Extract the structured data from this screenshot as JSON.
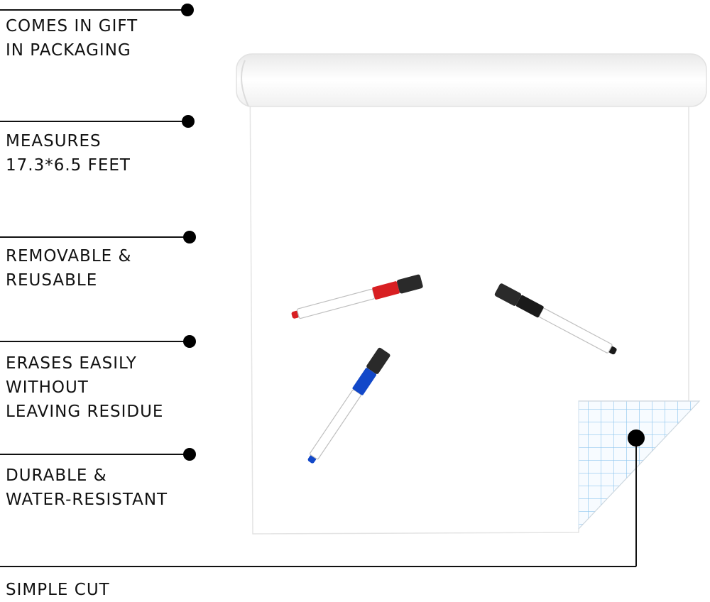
{
  "features": [
    {
      "label": "COMES IN GIFT\nIN PACKAGING"
    },
    {
      "label": "MEASURES\n17.3*6.5 FEET"
    },
    {
      "label": "REMOVABLE &\nREUSABLE"
    },
    {
      "label": "ERASES EASILY\nWITHOUT\nLEAVING RESIDUE"
    },
    {
      "label": "DURABLE &\nWATER-RESISTANT"
    },
    {
      "label": "SIMPLE CUT"
    }
  ],
  "colors": {
    "accent_red": "#d81f22",
    "accent_black": "#1a1a1a",
    "accent_blue": "#1248c9",
    "grid_line": "#8fc7ef"
  },
  "icons": [
    "red-marker-icon",
    "black-marker-icon",
    "blue-marker-icon"
  ]
}
